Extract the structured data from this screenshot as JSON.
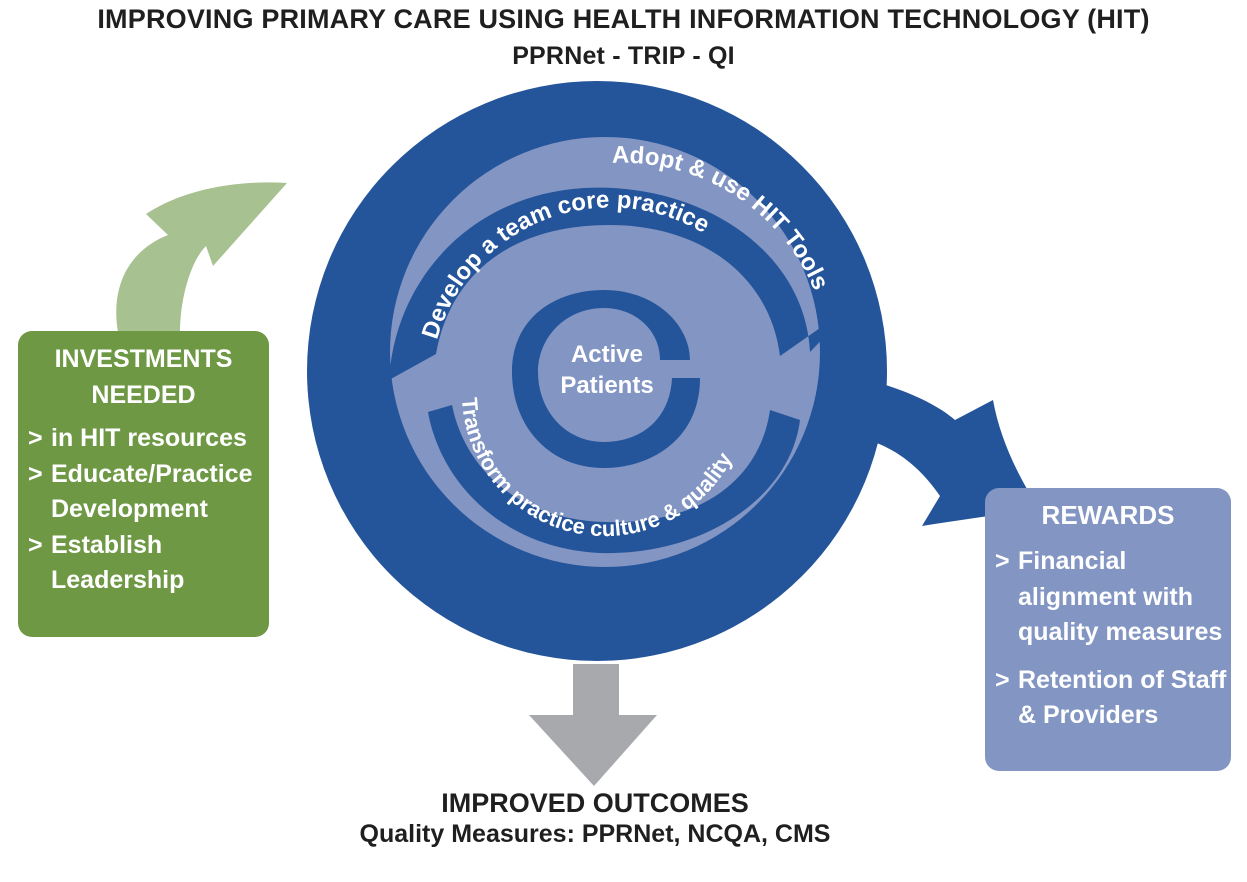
{
  "title": "IMPROVING PRIMARY CARE USING HEALTH INFORMATION TECHNOLOGY (HIT)",
  "subtitle": "PPRNet - TRIP - QI",
  "spiral": {
    "outer_label": "Adopt & use HIT Tools",
    "middle_label": "Develop a team core practice",
    "inner_label": "Transform practice culture & quality",
    "center_line1": "Active",
    "center_line2": "Patients"
  },
  "investments": {
    "heading_line1": "INVESTMENTS",
    "heading_line2": "NEEDED",
    "bullet": ">",
    "items": [
      {
        "lines": [
          "in HIT resources"
        ]
      },
      {
        "lines": [
          "Educate/Practice",
          "Development"
        ]
      },
      {
        "lines": [
          "Establish",
          "Leadership"
        ]
      }
    ]
  },
  "rewards": {
    "heading": "REWARDS",
    "bullet": ">",
    "items": [
      {
        "lines": [
          "Financial",
          "alignment with",
          "quality measures"
        ]
      },
      {
        "lines": [
          "Retention of Staff",
          "& Providers"
        ]
      }
    ]
  },
  "outcomes": {
    "title": "IMPROVED OUTCOMES",
    "subtitle": "Quality Measures: PPRNet, NCQA, CMS"
  },
  "colors": {
    "dark_blue": "#24549a",
    "light_blue": "#8295c3",
    "green_box": "#6e9844",
    "green_arrow": "#a7c190",
    "gray_arrow": "#a7a9ac"
  }
}
